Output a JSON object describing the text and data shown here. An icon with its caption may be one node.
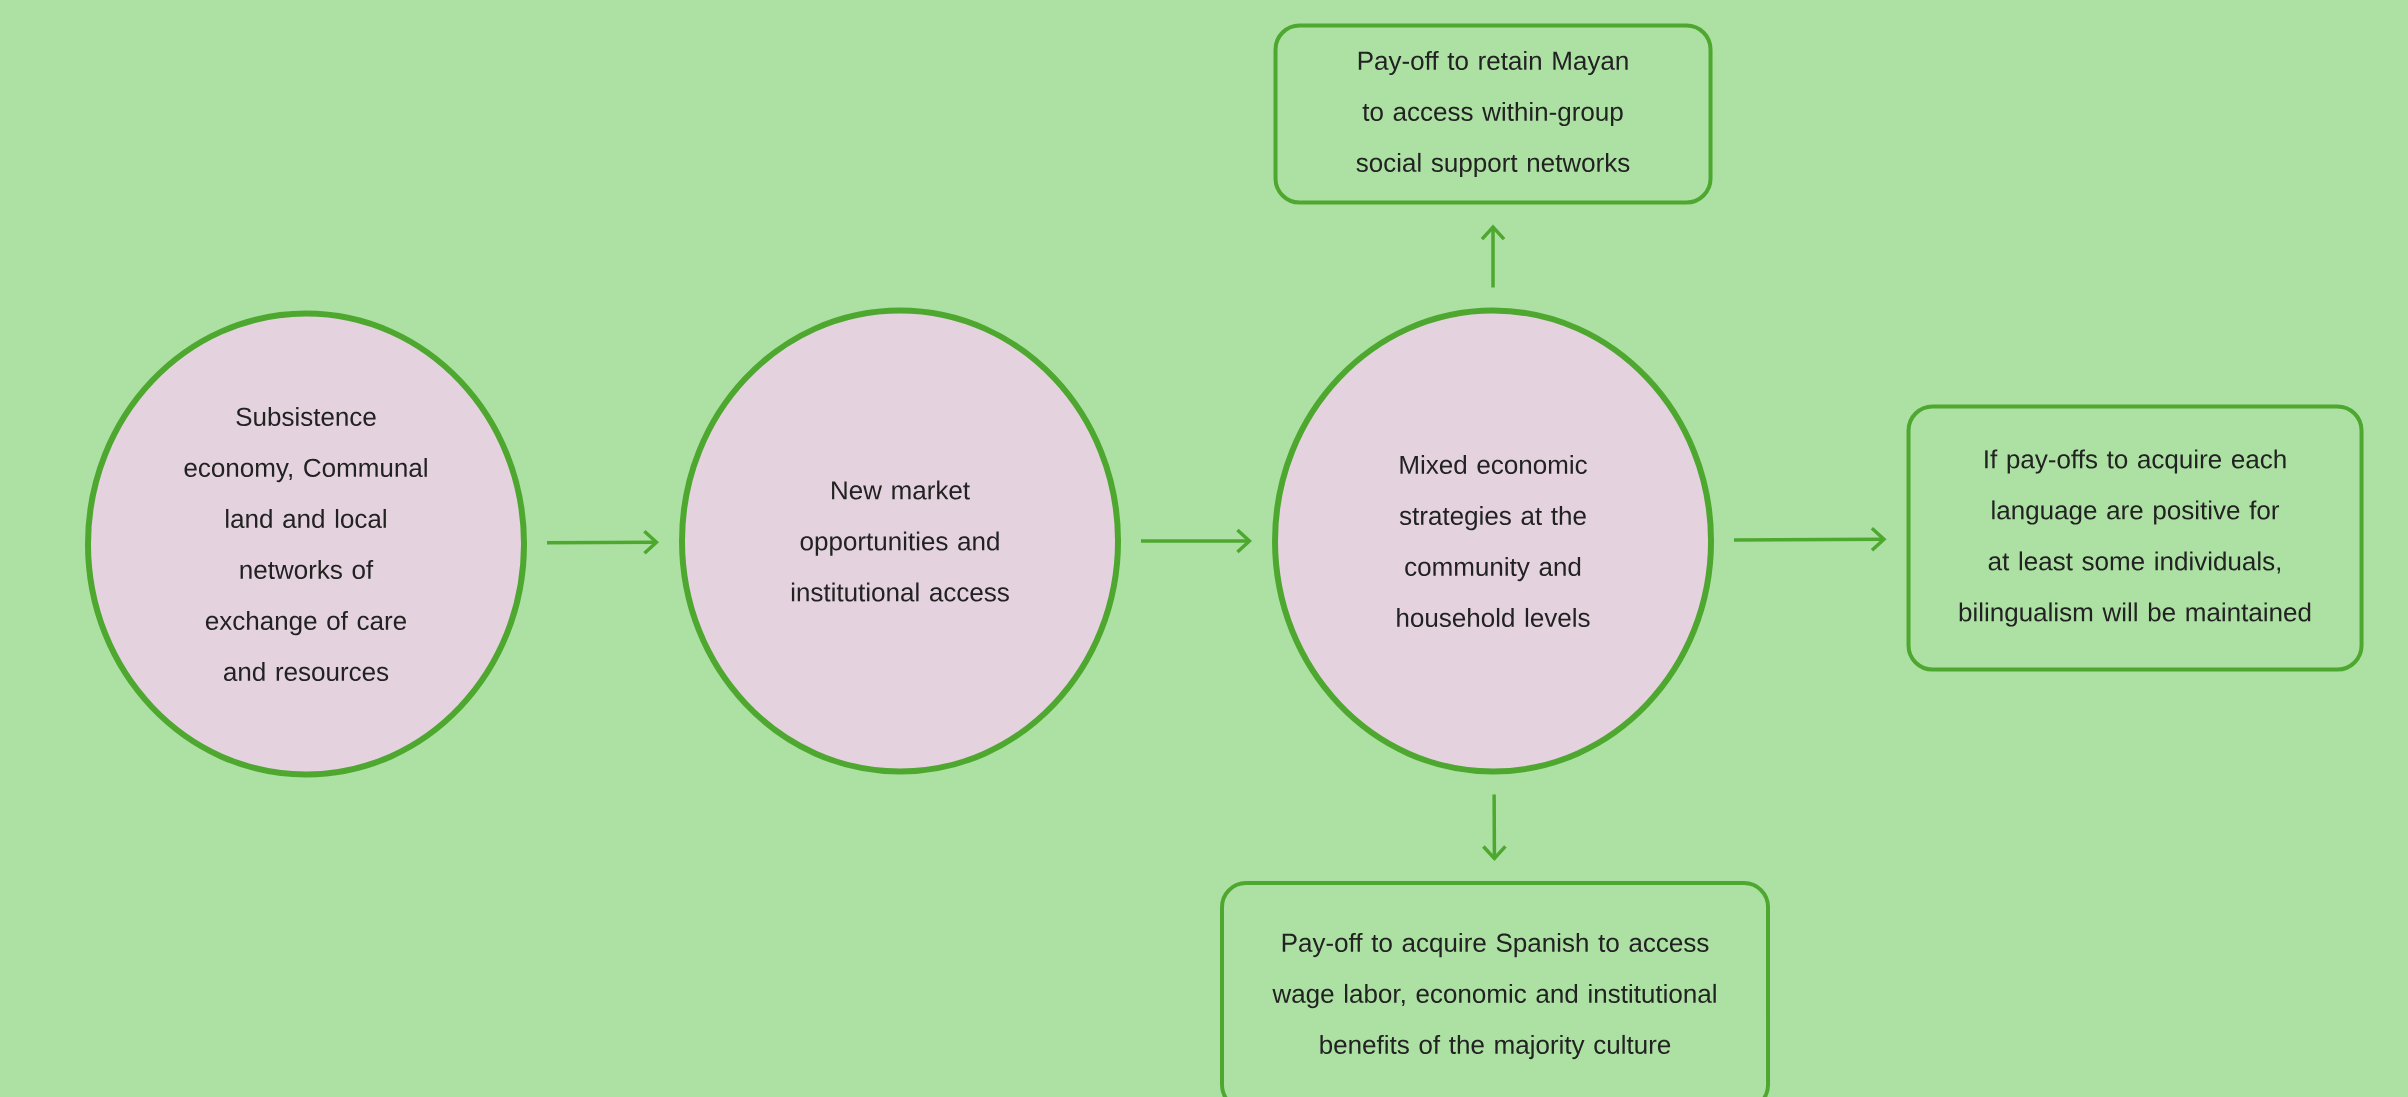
{
  "diagram": {
    "nodes": [
      {
        "text": [
          "Subsistence economy, Communal land and local networks of exchange of care and resources"
        ]
      },
      {
        "text": [
          "New market opportunities and institutional access"
        ]
      },
      {
        "text": [
          "Mixed economic strategies at the community and household levels"
        ]
      },
      {
        "text": [
          "Pay-off to retain Mayan to access within-group social support networks"
        ]
      },
      {
        "text": [
          "If pay-offs to acquire each language are positive for at least some individuals, bilingualism will be maintained"
        ]
      },
      {
        "text": [
          "Pay-off to acquire Spanish to access wage labor, economic and institutional benefits of the majority culture"
        ]
      }
    ],
    "edges": [
      {
        "from": 0,
        "to": 1,
        "arrow": "to"
      },
      {
        "from": 1,
        "to": 2,
        "arrow": "to"
      },
      {
        "from": 2,
        "to": 3,
        "arrow": "to"
      },
      {
        "from": 2,
        "to": 4,
        "arrow": "to"
      },
      {
        "from": 2,
        "to": 5,
        "arrow": "to"
      }
    ]
  }
}
